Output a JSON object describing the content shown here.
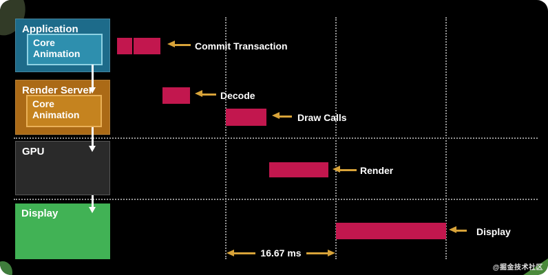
{
  "pipeline": {
    "layers": [
      {
        "label": "Application",
        "sublabel": "Core Animation"
      },
      {
        "label": "Render Server",
        "sublabel": "Core Animation"
      },
      {
        "label": "GPU"
      },
      {
        "label": "Display"
      }
    ]
  },
  "timeline": {
    "stages": [
      {
        "label": "Commit Transaction",
        "row": "Application",
        "segments": 2
      },
      {
        "label": "Decode",
        "row": "Render Server",
        "segments": 1
      },
      {
        "label": "Draw Calls",
        "row": "Render Server",
        "segments": 1
      },
      {
        "label": "Render",
        "row": "GPU",
        "segments": 1
      },
      {
        "label": "Display",
        "row": "Display",
        "segments": 1
      }
    ],
    "frame_duration_label": "16.67 ms",
    "frame_boundaries": 3
  },
  "watermark": "@掘金技术社区",
  "colors": {
    "background": "#000000",
    "bar": "#c2174e",
    "arrow": "#d8a339",
    "application_box": "#1d6b8a",
    "application_inner": "#2e8fae",
    "application_inner_border": "#8fd2e3",
    "render_server_box": "#ab6a16",
    "render_server_inner": "#c5831f",
    "render_server_inner_border": "#eab158",
    "gpu_box": "#2a2a2a",
    "display_box": "#41b255",
    "dotted_line": "#969696",
    "text": "#ffffff"
  }
}
